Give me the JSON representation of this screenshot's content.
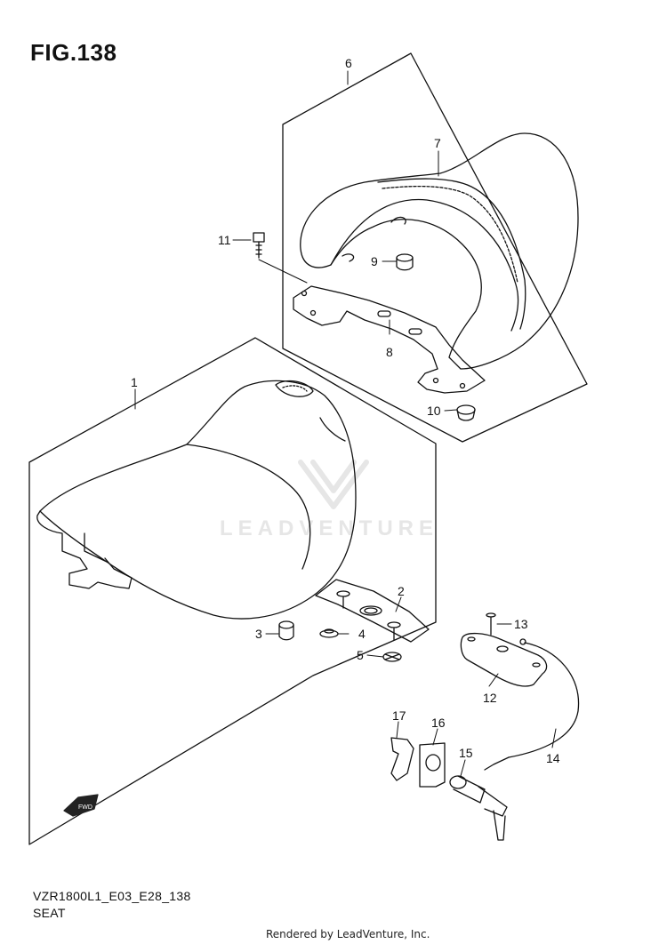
{
  "figure_title": "FIG.138",
  "model_code": "VZR1800L1_E03_E28_138",
  "section_name": "SEAT",
  "credit": "Rendered by LeadVenture, Inc.",
  "watermark": "LEADVENTURE",
  "fwd_label": "FWD",
  "colors": {
    "line": "#111111",
    "watermark": "#e6e6e6",
    "background": "#ffffff"
  },
  "callouts": [
    {
      "id": "1",
      "part": "front-seat"
    },
    {
      "id": "2",
      "part": "seat-bracket"
    },
    {
      "id": "3",
      "part": "cushion"
    },
    {
      "id": "4",
      "part": "nut"
    },
    {
      "id": "5",
      "part": "clip-nut"
    },
    {
      "id": "6",
      "part": "rear-seat-assembly"
    },
    {
      "id": "7",
      "part": "rear-seat"
    },
    {
      "id": "8",
      "part": "rear-seat-bracket"
    },
    {
      "id": "9",
      "part": "nut"
    },
    {
      "id": "10",
      "part": "cushion"
    },
    {
      "id": "11",
      "part": "bolt"
    },
    {
      "id": "12",
      "part": "lock-housing"
    },
    {
      "id": "13",
      "part": "screw"
    },
    {
      "id": "14",
      "part": "lock-cable"
    },
    {
      "id": "15",
      "part": "seat-lock"
    },
    {
      "id": "16",
      "part": "holder"
    },
    {
      "id": "17",
      "part": "clip"
    }
  ]
}
